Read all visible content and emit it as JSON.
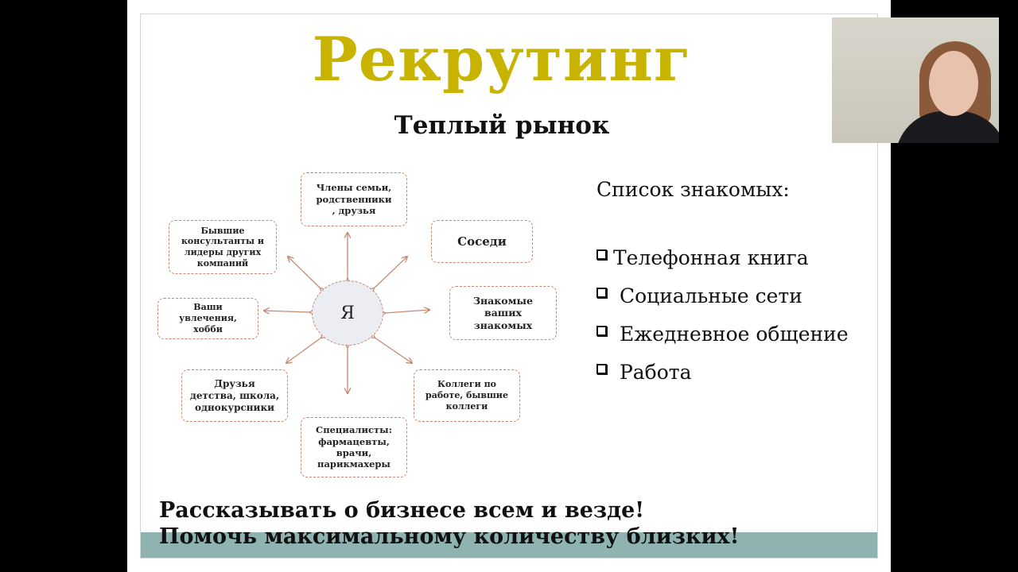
{
  "slide": {
    "title": "Рекрутинг",
    "subtitle": "Теплый рынок",
    "title_color": "#c8b400",
    "footer_band_color": "#8fb3b0"
  },
  "diagram": {
    "center": "Я",
    "nodes": [
      {
        "id": "family",
        "text": "Члены семьи,\nродственники\n, друзья"
      },
      {
        "id": "neighbors",
        "text": "Соседи"
      },
      {
        "id": "friends-of-friends",
        "text": "Знакомые\nваших\nзнакомых"
      },
      {
        "id": "colleagues",
        "text": "Коллеги по\nработе, бывшие\nколлеги"
      },
      {
        "id": "specialists",
        "text": "Специалисты:\nфармацевты,\nврачи,\nпарикмахеры"
      },
      {
        "id": "childhood-friends",
        "text": "Друзья\nдетства, школа,\nоднокурсники"
      },
      {
        "id": "hobbies",
        "text": "Ваши\nувлечения,\nхобби"
      },
      {
        "id": "former-consultants",
        "text": "Бывшие\nконсультанты и\nлидеры других\nкомпаний"
      }
    ]
  },
  "contacts": {
    "title": "Список знакомых:",
    "items": [
      "Телефонная книга",
      " Социальные сети",
      " Ежедневное общение",
      " Работа"
    ]
  },
  "bottom": {
    "line1": "Рассказывать о бизнесе всем и везде!",
    "line2": "Помочь максимальному количеству близких!"
  }
}
